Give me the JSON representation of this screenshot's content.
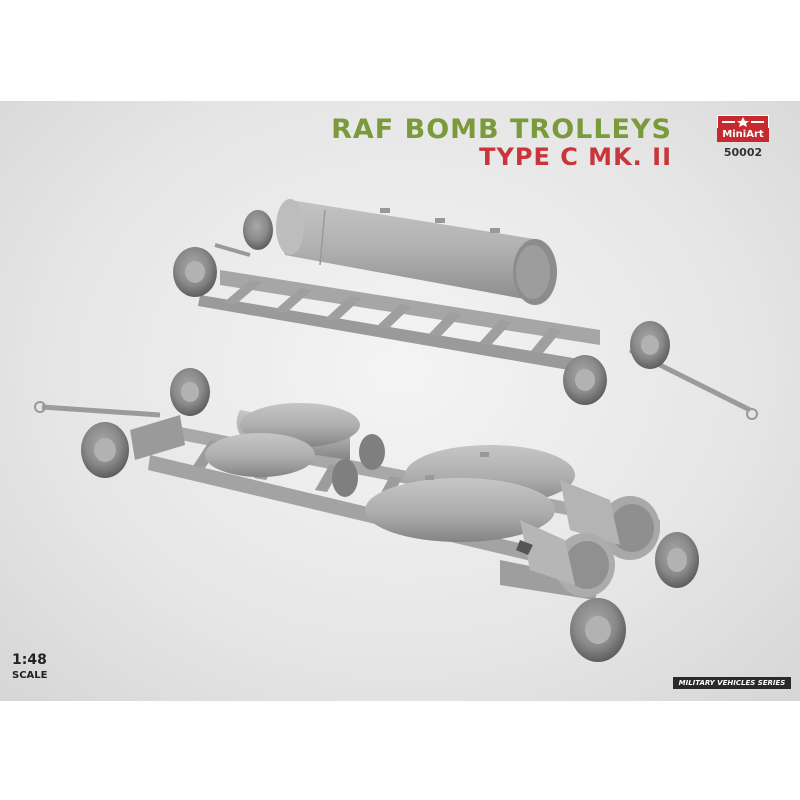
{
  "title": {
    "line1": "RAF BOMB TROLLEYS",
    "line2": "TYPE C MK. II"
  },
  "brand": {
    "logo_text": "MiniArt",
    "product_code": "50002"
  },
  "scale": {
    "ratio": "1:48",
    "label": "SCALE"
  },
  "series_label": "MILITARY VEHICLES SERIES",
  "colors": {
    "title_line1": "#7a9a3c",
    "title_line2": "#c8363a",
    "logo_red": "#c62a2f",
    "model_grey": "#b3b3b3"
  }
}
